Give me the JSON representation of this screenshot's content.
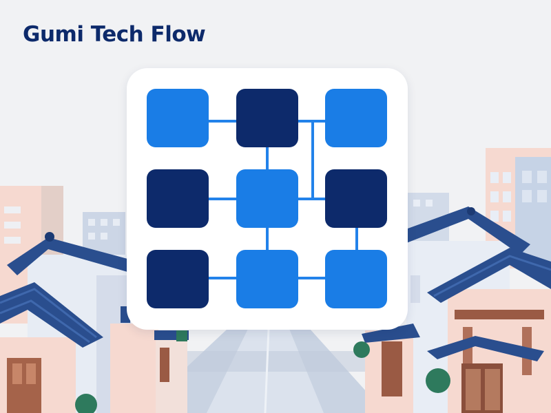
{
  "brand": {
    "title": "Gumi Tech Flow"
  },
  "logo": {
    "rows": [
      [
        "light",
        "dark",
        "light"
      ],
      [
        "dark",
        "light",
        "dark"
      ],
      [
        "dark",
        "light",
        "light"
      ]
    ]
  },
  "colors": {
    "title": "#0d2a6b",
    "tile_light": "#1a7de6",
    "tile_dark": "#0d2a6b",
    "connector": "#2282ea",
    "card": "#ffffff",
    "roof": "#2a4e8e",
    "sky": "#f1f2f4"
  }
}
